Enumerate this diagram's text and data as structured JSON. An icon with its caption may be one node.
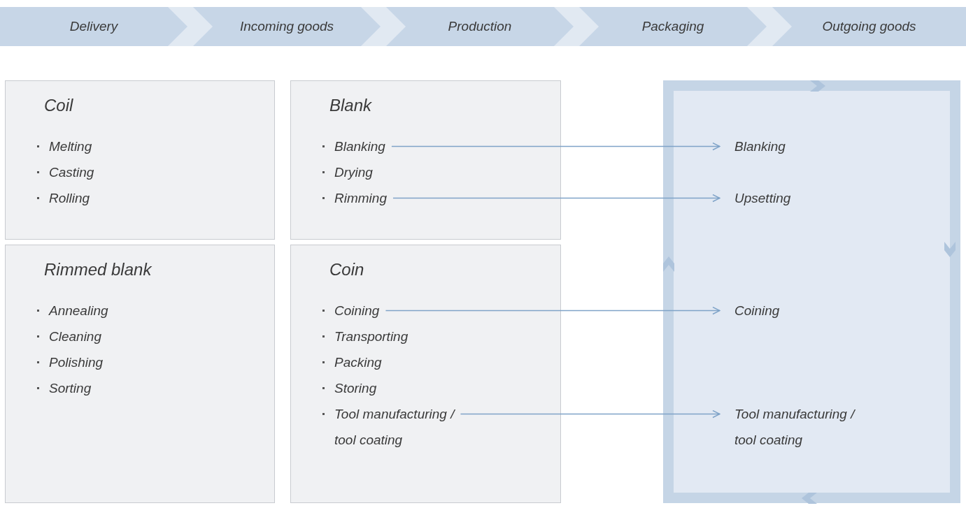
{
  "diagram": {
    "nodes": [
      {
        "text": [
          "Delivery"
        ]
      },
      {
        "text": [
          "Incoming goods"
        ]
      },
      {
        "text": [
          "Production"
        ]
      },
      {
        "text": [
          "Packaging"
        ]
      },
      {
        "text": [
          "Outgoing goods"
        ]
      },
      {
        "text": [
          "Coil"
        ]
      },
      {
        "text": [
          "Melting"
        ],
        "in": 5
      },
      {
        "text": [
          "Casting"
        ],
        "in": 5
      },
      {
        "text": [
          "Rolling"
        ],
        "in": 5
      },
      {
        "text": [
          "Blank"
        ]
      },
      {
        "text": [
          "Blanking"
        ],
        "in": 9
      },
      {
        "text": [
          "Drying"
        ],
        "in": 9
      },
      {
        "text": [
          "Rimming"
        ],
        "in": 9
      },
      {
        "text": [
          "Rimmed blank"
        ]
      },
      {
        "text": [
          "Annealing"
        ],
        "in": 13
      },
      {
        "text": [
          "Cleaning"
        ],
        "in": 13
      },
      {
        "text": [
          "Polishing"
        ],
        "in": 13
      },
      {
        "text": [
          "Sorting"
        ],
        "in": 13
      },
      {
        "text": [
          "Coin"
        ]
      },
      {
        "text": [
          "Coining"
        ],
        "in": 18
      },
      {
        "text": [
          "Transporting"
        ],
        "in": 18
      },
      {
        "text": [
          "Packing"
        ],
        "in": 18
      },
      {
        "text": [
          "Storing"
        ],
        "in": 18
      },
      {
        "text": [
          "Tool manufacturing / tool coating"
        ],
        "in": 18
      },
      {
        "text": [],
        "shape": "box"
      },
      {
        "text": [
          "Blanking"
        ],
        "in": 24
      },
      {
        "text": [
          "Upsetting"
        ],
        "in": 24
      },
      {
        "text": [
          "Coining"
        ],
        "in": 24
      },
      {
        "text": [
          "Tool manufacturing / tool coating"
        ],
        "in": 24
      }
    ],
    "edges": [
      {
        "from": 10,
        "to": 25,
        "arrow": "to"
      },
      {
        "from": 12,
        "to": 26,
        "arrow": "to"
      },
      {
        "from": 19,
        "to": 27,
        "arrow": "to"
      },
      {
        "from": 23,
        "to": 28,
        "arrow": "to"
      }
    ]
  }
}
